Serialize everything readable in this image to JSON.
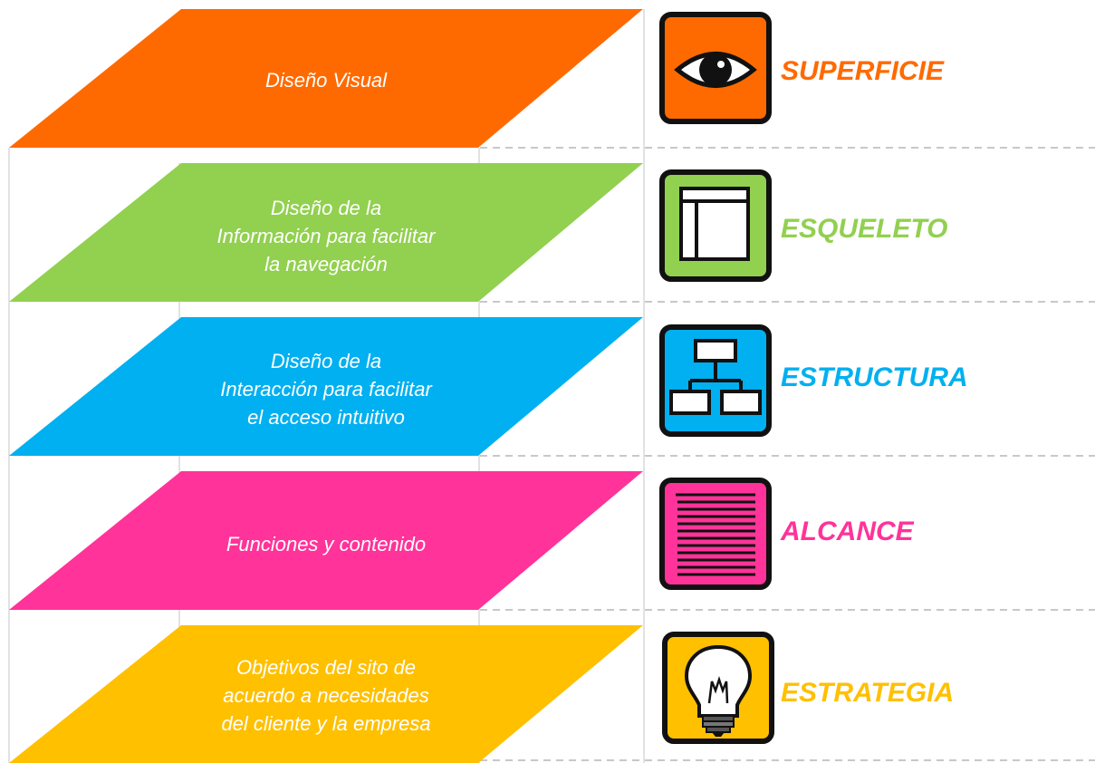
{
  "layers": [
    {
      "id": "superficie",
      "title": "SUPERFICIE",
      "description_lines": [
        "Diseño Visual"
      ],
      "color": "#ff6a00",
      "icon": "eye-icon"
    },
    {
      "id": "esqueleto",
      "title": "ESQUELETO",
      "description_lines": [
        "Diseño de la",
        "Información para facilitar",
        "la navegación"
      ],
      "color": "#92d050",
      "icon": "wireframe-icon"
    },
    {
      "id": "estructura",
      "title": "ESTRUCTURA",
      "description_lines": [
        "Diseño de la",
        "Interacción para facilitar",
        "el acceso intuitivo"
      ],
      "color": "#00b0f0",
      "icon": "sitemap-icon"
    },
    {
      "id": "alcance",
      "title": "ALCANCE",
      "description_lines": [
        "Funciones y contenido"
      ],
      "color": "#ff3399",
      "icon": "document-list-icon"
    },
    {
      "id": "estrategia",
      "title": "ESTRATEGIA",
      "description_lines": [
        "Objetivos del sito de",
        "acuerdo a necesidades",
        "del cliente y la empresa"
      ],
      "color": "#ffc000",
      "icon": "lightbulb-icon"
    }
  ]
}
